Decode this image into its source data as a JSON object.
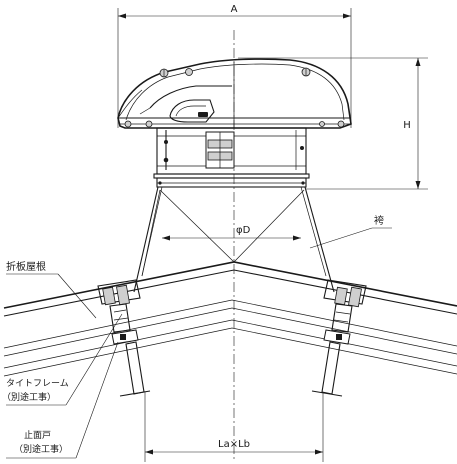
{
  "dimensions": {
    "width_label": "A",
    "height_label": "H",
    "diameter_label": "φD",
    "base_label": "La×Lb"
  },
  "callouts": {
    "leg": "袴",
    "roof": "折板屋根",
    "tie_frame_line1": "タイトフレーム",
    "tie_frame_line2": "（別途工事）",
    "stopper_line1": "止面戸",
    "stopper_line2": "（別途工事）"
  }
}
